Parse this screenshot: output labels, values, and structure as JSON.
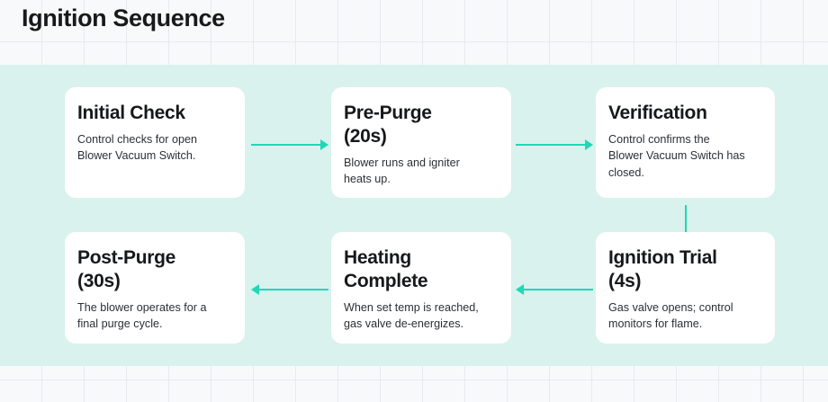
{
  "header": {
    "title": "Ignition Sequence"
  },
  "colors": {
    "band_background": "#D9F2EE",
    "page_background": "#F8F9FA",
    "arrow": "#1FD8B4",
    "card_background": "#FFFFFF",
    "title_text": "#16181A",
    "body_text": "#2C2F33"
  },
  "flow": {
    "steps": [
      {
        "id": "initial-check",
        "title": "Initial Check",
        "description": "Control checks for open\nBlower Vacuum Switch."
      },
      {
        "id": "pre-purge",
        "title": "Pre-Purge\n(20s)",
        "description": "Blower runs and igniter\nheats up."
      },
      {
        "id": "verification",
        "title": "Verification",
        "description": "Control confirms the\nBlower Vacuum Switch has\nclosed."
      },
      {
        "id": "ignition-trial",
        "title": "Ignition Trial\n(4s)",
        "description": "Gas valve opens; control\nmonitors for flame."
      },
      {
        "id": "heating-complete",
        "title": "Heating\nComplete",
        "description": "When set temp is reached,\ngas valve de-energizes."
      },
      {
        "id": "post-purge",
        "title": "Post-Purge\n(30s)",
        "description": "The blower operates for a\nfinal purge cycle."
      }
    ],
    "connectors": [
      {
        "id": "initial-check-to-pre-purge",
        "direction": "right"
      },
      {
        "id": "pre-purge-to-verification",
        "direction": "right"
      },
      {
        "id": "verification-to-ignition-trial",
        "direction": "down"
      },
      {
        "id": "ignition-trial-to-heating-complete",
        "direction": "left"
      },
      {
        "id": "heating-complete-to-post-purge",
        "direction": "left"
      }
    ]
  }
}
